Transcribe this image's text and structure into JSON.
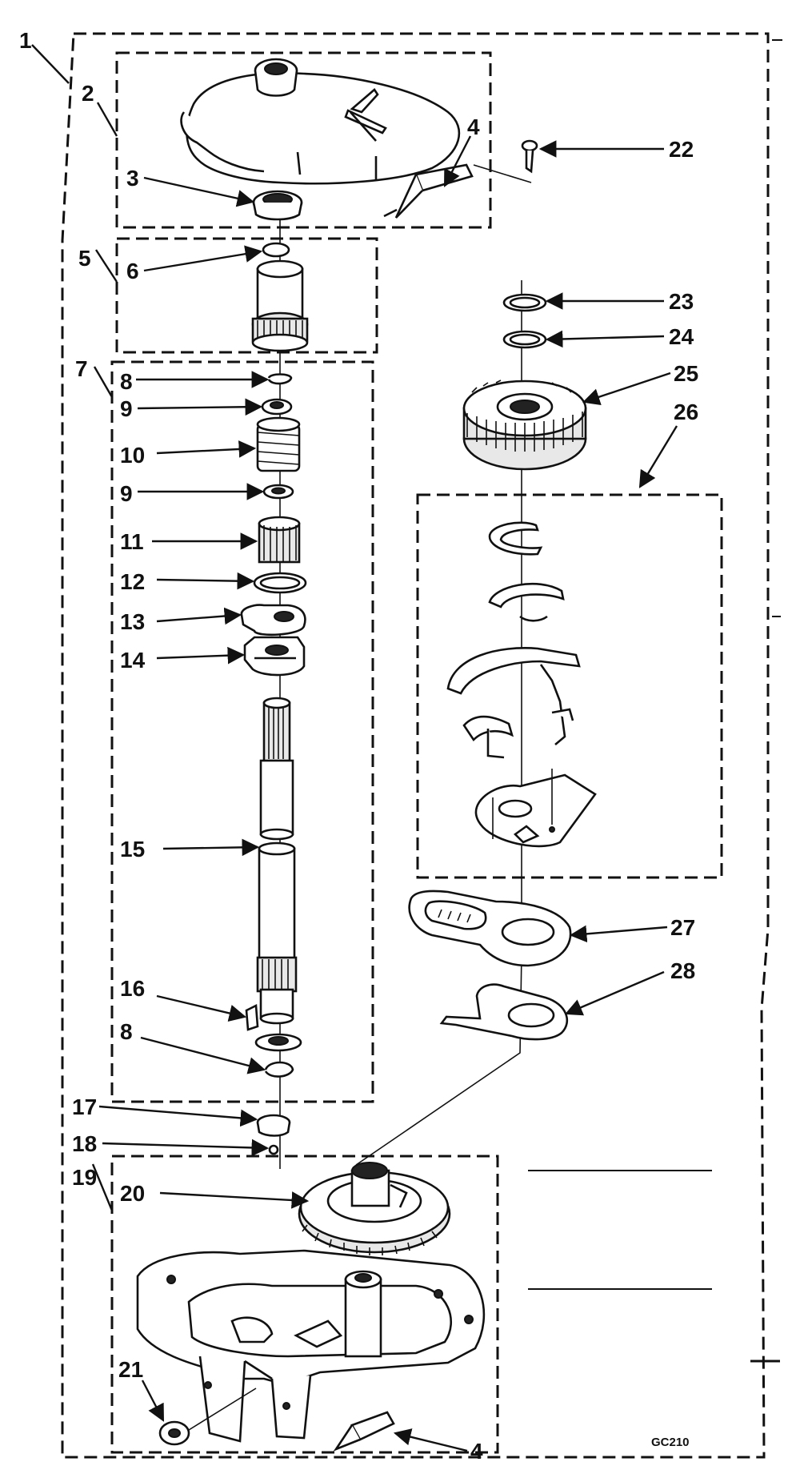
{
  "callouts": {
    "c1": "1",
    "c2": "2",
    "c3": "3",
    "c4a": "4",
    "c4b": "4",
    "c5": "5",
    "c6": "6",
    "c7": "7",
    "c8a": "8",
    "c8b": "8",
    "c9a": "9",
    "c9b": "9",
    "c10": "10",
    "c11": "11",
    "c12": "12",
    "c13": "13",
    "c14": "14",
    "c15": "15",
    "c16": "16",
    "c17": "17",
    "c18": "18",
    "c19": "19",
    "c20": "20",
    "c21": "21",
    "c22": "22",
    "c23": "23",
    "c24": "24",
    "c25": "25",
    "c26": "26",
    "c27": "27",
    "c28": "28"
  },
  "diagram_code": "GC210"
}
